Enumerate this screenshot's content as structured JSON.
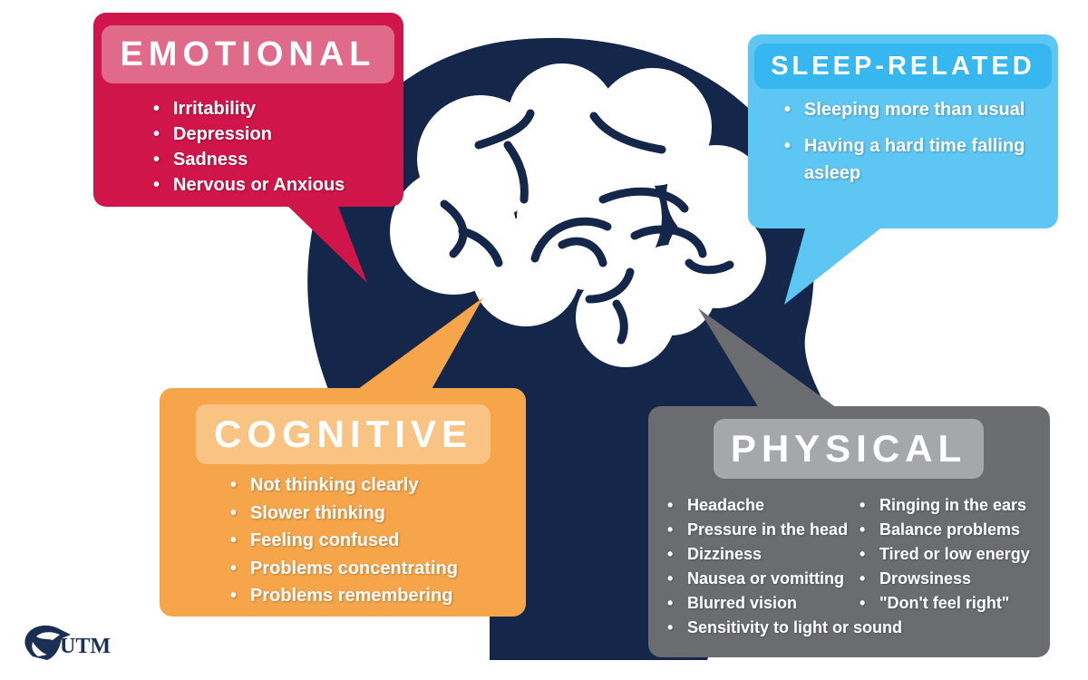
{
  "emotional": {
    "title": "EMOTIONAL",
    "items": [
      "Irritability",
      "Depression",
      "Sadness",
      "Nervous or Anxious"
    ],
    "color": "#d0154a",
    "pill_color": "#e06a8a"
  },
  "sleep": {
    "title": "SLEEP-RELATED",
    "items": [
      "Sleeping more than usual",
      "Having a hard time falling asleep"
    ],
    "color": "#5ec6f2",
    "pill_color": "#36b7ef"
  },
  "cognitive": {
    "title": "COGNITIVE",
    "items": [
      "Not thinking clearly",
      "Slower thinking",
      "Feeling confused",
      "Problems concentrating",
      "Problems remembering"
    ],
    "color": "#f6a54a",
    "pill_color": "#f9c384"
  },
  "physical": {
    "title": "PHYSICAL",
    "items_left": [
      "Headache",
      "Pressure in the head",
      "Dizziness",
      "Nausea or vomitting",
      "Blurred vision"
    ],
    "items_right": [
      "Ringing in the ears",
      "Balance problems",
      "Tired or low energy",
      "Drowsiness",
      "\"Don't feel right\""
    ],
    "item_full": "Sensitivity to light or sound",
    "color": "#6b6c70",
    "pill_color": "#a6a7ab"
  },
  "logo": {
    "text": "UTM"
  },
  "colors": {
    "head": "#14264a"
  }
}
